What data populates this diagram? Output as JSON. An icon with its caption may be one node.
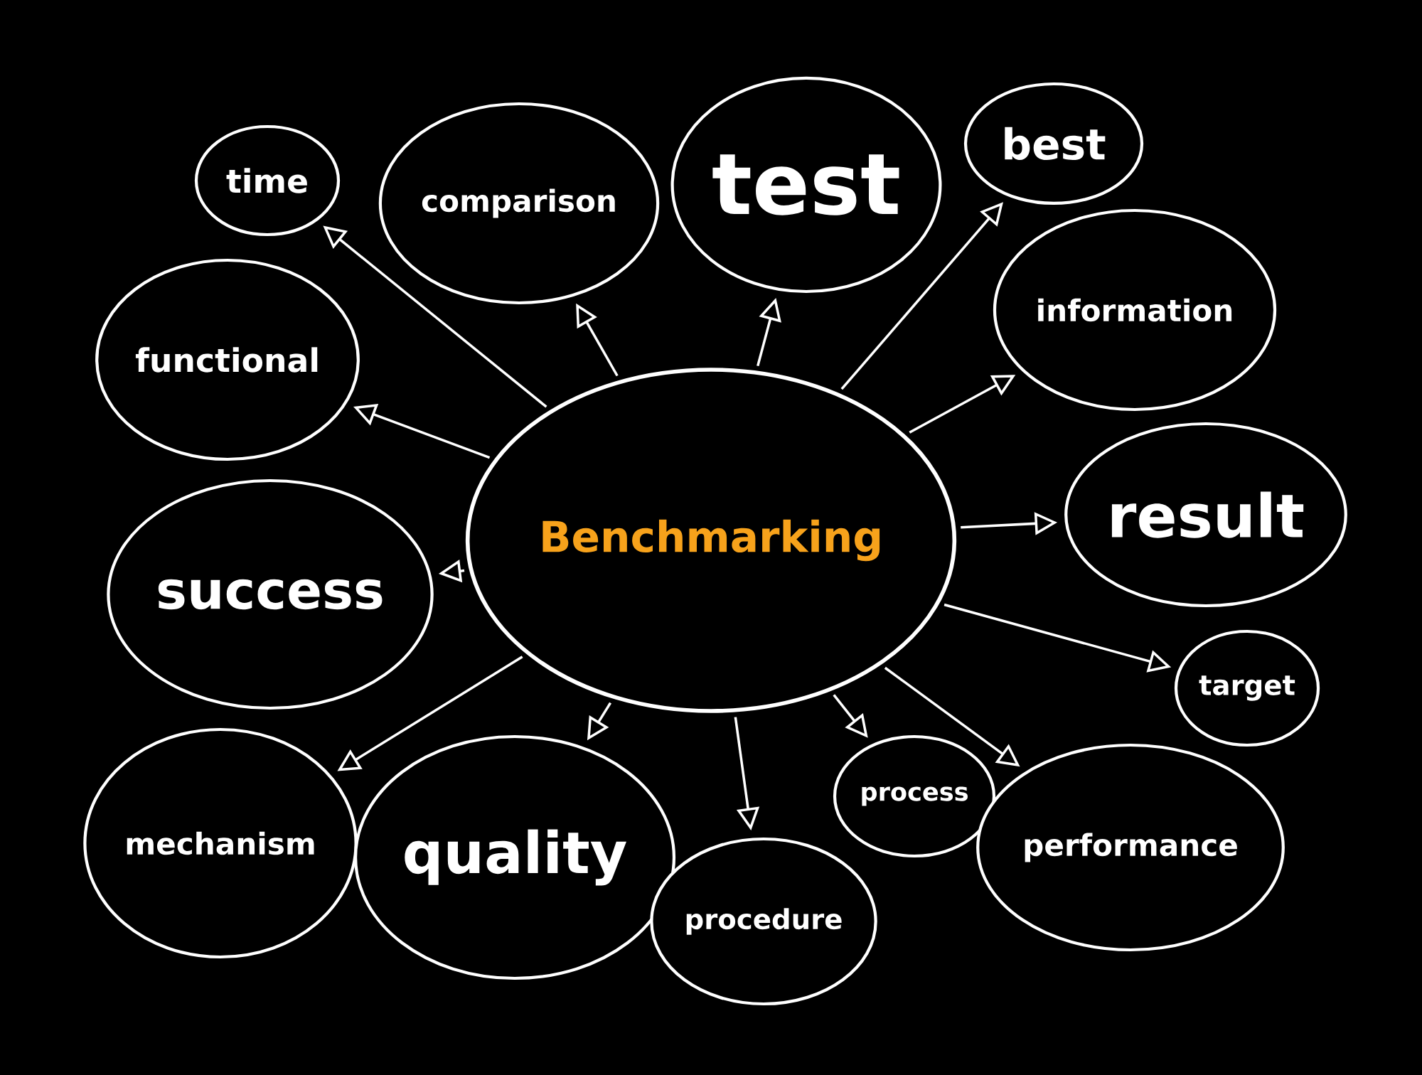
{
  "diagram": {
    "nodes": [
      {
        "text": [
          "Benchmarking"
        ]
      },
      {
        "text": [
          "time"
        ]
      },
      {
        "text": [
          "comparison"
        ]
      },
      {
        "text": [
          "test"
        ]
      },
      {
        "text": [
          "best"
        ]
      },
      {
        "text": [
          "functional"
        ]
      },
      {
        "text": [
          "information"
        ]
      },
      {
        "text": [
          "success"
        ]
      },
      {
        "text": [
          "result"
        ]
      },
      {
        "text": [
          "target"
        ]
      },
      {
        "text": [
          "mechanism"
        ]
      },
      {
        "text": [
          "quality"
        ]
      },
      {
        "text": [
          "process"
        ]
      },
      {
        "text": [
          "procedure"
        ]
      },
      {
        "text": [
          "performance"
        ]
      }
    ],
    "edges": [
      {
        "from": 0,
        "to": 1,
        "arrow": "to"
      },
      {
        "from": 0,
        "to": 2,
        "arrow": "to"
      },
      {
        "from": 0,
        "to": 3,
        "arrow": "to"
      },
      {
        "from": 0,
        "to": 4,
        "arrow": "to"
      },
      {
        "from": 0,
        "to": 5,
        "arrow": "to"
      },
      {
        "from": 0,
        "to": 6,
        "arrow": "to"
      },
      {
        "from": 0,
        "to": 7,
        "arrow": "to"
      },
      {
        "from": 0,
        "to": 8,
        "arrow": "to"
      },
      {
        "from": 0,
        "to": 9,
        "arrow": "to"
      },
      {
        "from": 0,
        "to": 10,
        "arrow": "to"
      },
      {
        "from": 0,
        "to": 11,
        "arrow": "to"
      },
      {
        "from": 0,
        "to": 12,
        "arrow": "to"
      },
      {
        "from": 0,
        "to": 13,
        "arrow": "to"
      },
      {
        "from": 0,
        "to": 14,
        "arrow": "to"
      }
    ]
  }
}
